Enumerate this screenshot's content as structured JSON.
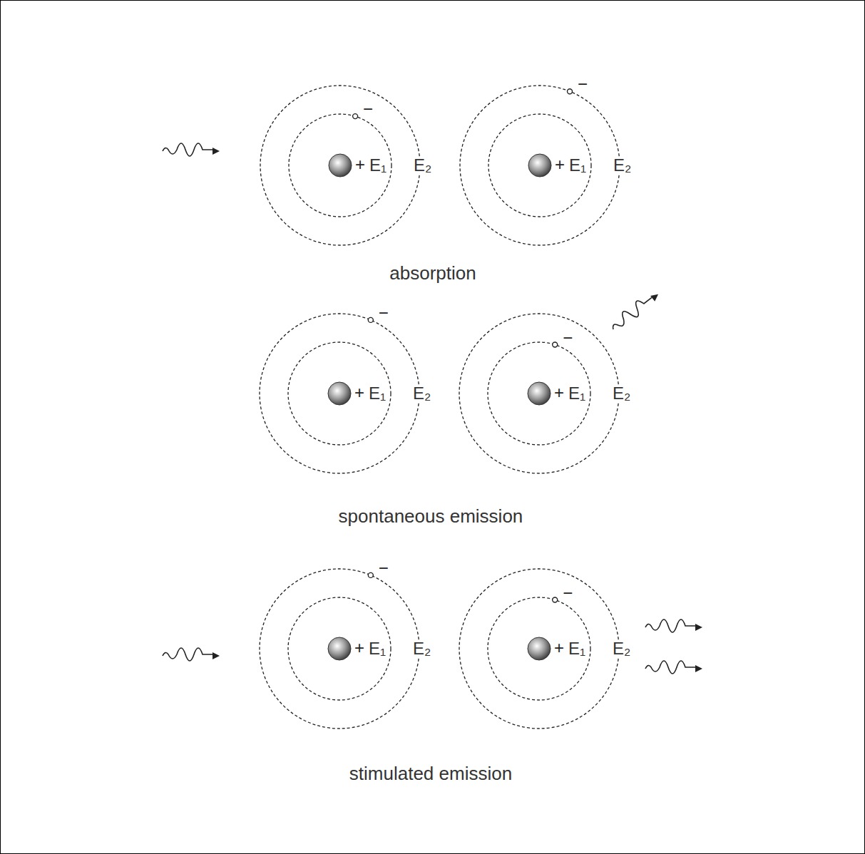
{
  "diagram": {
    "nodes": [
      {
        "text": [
          "−",
          "+",
          "E₁",
          "E₂"
        ]
      },
      {
        "text": [
          "−",
          "+",
          "E₁",
          "E₂"
        ]
      },
      {
        "text": [
          "−",
          "+",
          "E₁",
          "E₂"
        ]
      },
      {
        "text": [
          "−",
          "+",
          "E₁",
          "E₂"
        ]
      },
      {
        "text": [
          "−",
          "+",
          "E₁",
          "E₂"
        ]
      },
      {
        "text": [
          "−",
          "+",
          "E₁",
          "E₂"
        ]
      }
    ],
    "labels": [
      "absorption",
      "spontaneous emission",
      "stimulated emission"
    ]
  }
}
